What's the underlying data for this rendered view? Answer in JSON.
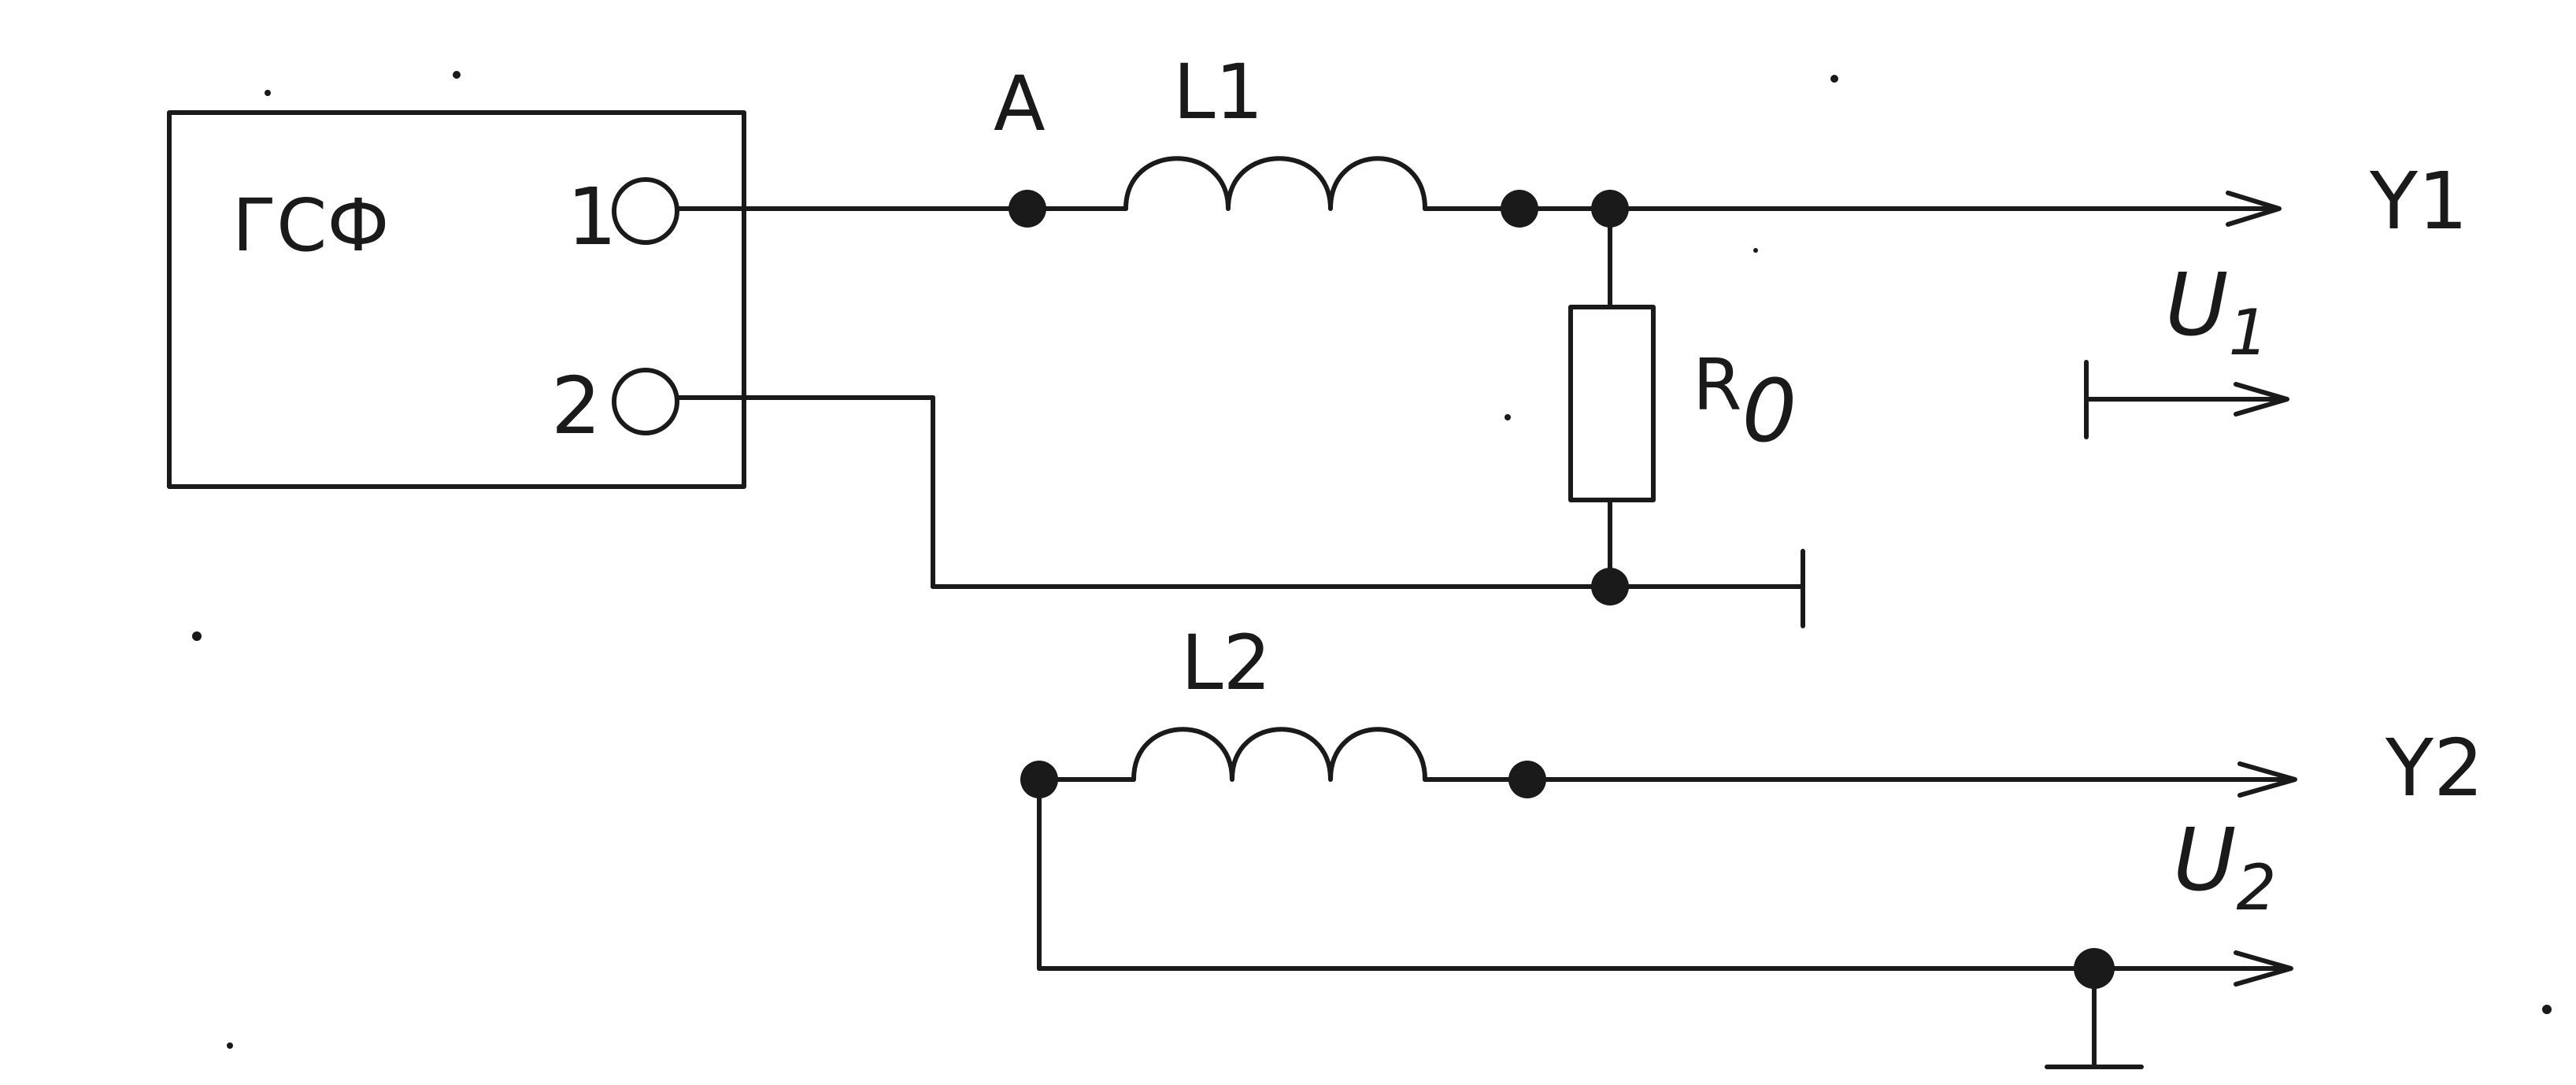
{
  "generator": {
    "label": "ГСФ",
    "port1_label": "1",
    "port2_label": "2"
  },
  "nodes": {
    "a_label": "A"
  },
  "components": {
    "l1_label": "L1",
    "l2_label": "L2",
    "r_main": "R",
    "r_sub": "0"
  },
  "outputs": {
    "y1_label": "Y1",
    "y2_label": "Y2",
    "u1_main": "U",
    "u1_sub": "1",
    "u2_main": "U",
    "u2_sub": "2"
  },
  "colors": {
    "ink": "#1a1a1a",
    "paper": "#ffffff"
  }
}
